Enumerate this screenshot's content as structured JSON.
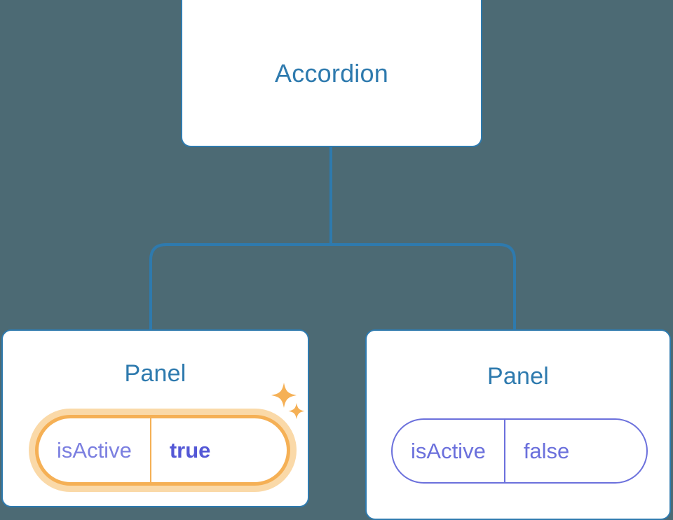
{
  "diagram": {
    "type": "component-tree",
    "background_color": "#4C6A74",
    "edge_color": "#2E7AAE",
    "nodes": [
      {
        "id": "accordion",
        "label": "Accordion",
        "role": "root-component",
        "border_color": "#2E7AAE",
        "fill_color": "#FFFFFF",
        "text_color": "#2E7AAE"
      },
      {
        "id": "panel-left",
        "label": "Panel",
        "role": "child-component",
        "border_color": "#2E7AAE",
        "fill_color": "#FFFFFF",
        "text_color": "#2E7AAE",
        "highlighted": "true",
        "prop": {
          "key": "isActive",
          "value": "true",
          "key_color": "#7B7FE0",
          "value_color": "#5458D6",
          "border_color": "#F5B055",
          "glow_color": "#FAD9A8"
        },
        "decoration": "sparkles-icon"
      },
      {
        "id": "panel-right",
        "label": "Panel",
        "role": "child-component",
        "border_color": "#2E7AAE",
        "fill_color": "#FFFFFF",
        "text_color": "#2E7AAE",
        "highlighted": "false",
        "prop": {
          "key": "isActive",
          "value": "false",
          "key_color": "#6B70DC",
          "value_color": "#6B70DC",
          "border_color": "#6B70DC"
        }
      }
    ],
    "edges": [
      {
        "from": "accordion",
        "to": "panel-left"
      },
      {
        "from": "accordion",
        "to": "panel-right"
      }
    ]
  }
}
